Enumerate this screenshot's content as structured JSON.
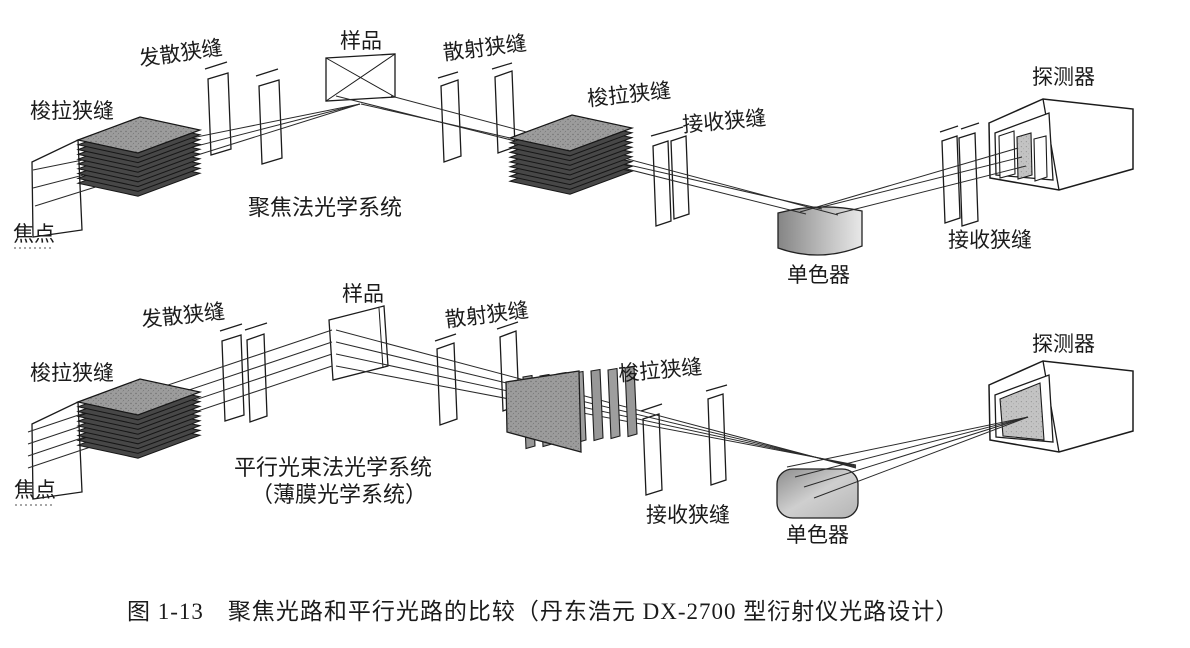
{
  "figure_caption": "图 1-13　聚焦光路和平行光路的比较（丹东浩元 DX-2700 型衍射仪光路设计）",
  "top_diagram": {
    "system_label": "聚焦法光学系统",
    "labels": {
      "soller_slit_left": "梭拉狭缝",
      "focal_point": "焦点",
      "divergence_slit": "发散狭缝",
      "sample": "样品",
      "scatter_slit": "散射狭缝",
      "soller_slit_right": "梭拉狭缝",
      "receiving_slit_1": "接收狭缝",
      "monochromator": "单色器",
      "receiving_slit_2": "接收狭缝",
      "detector": "探测器"
    }
  },
  "bottom_diagram": {
    "system_label_line1": "平行光束法光学系统",
    "system_label_line2": "（薄膜光学系统）",
    "labels": {
      "soller_slit_left": "梭拉狭缝",
      "focal_point": "焦点",
      "divergence_slit": "发散狭缝",
      "sample": "样品",
      "scatter_slit": "散射狭缝",
      "soller_slit_right": "梭拉狭缝",
      "receiving_slit": "接收狭缝",
      "monochromator": "单色器",
      "detector": "探测器"
    }
  },
  "colors": {
    "ink": "#1b1b1b",
    "paper": "#ffffff",
    "stack_layer": "#474747",
    "stack_top": "#9c9c9c",
    "mono_dark": "#8a8a8a",
    "mono_light": "#e6e6e6"
  }
}
